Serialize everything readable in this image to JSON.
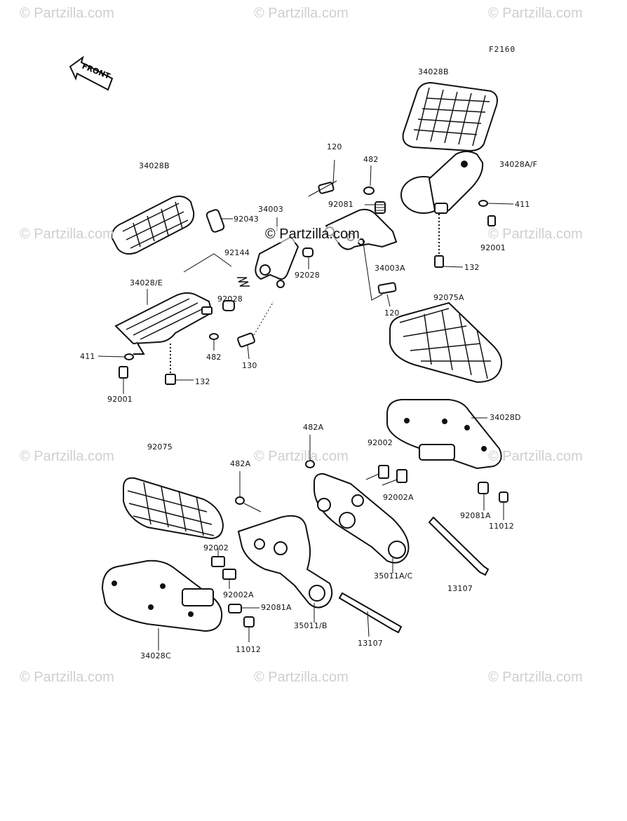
{
  "figure_code": "F2160",
  "watermark": "© Partzilla.com",
  "center_watermark": "© Partzilla.com",
  "front_label": "FRONT",
  "parts": {
    "p34028B_top": "34028B",
    "p34028B_left": "34028B",
    "p34028AF": "34028A/F",
    "p120_top": "120",
    "p482_top": "482",
    "p92081": "92081",
    "p34003": "34003",
    "p92043": "92043",
    "p411_right": "411",
    "p92001_right": "92001",
    "p92144": "92144",
    "p92028_a": "92028",
    "p34003A": "34003A",
    "p132_right": "132",
    "p34028E": "34028/E",
    "p92028_b": "92028",
    "p120_bottom": "120",
    "p92075A": "92075A",
    "p411_left": "411",
    "p482_left": "482",
    "p130": "130",
    "p132_left": "132",
    "p92001_left": "92001",
    "p34028D": "34028D",
    "p482A_top": "482A",
    "p92002_top": "92002",
    "p92075": "92075",
    "p482A_mid": "482A",
    "p92002A_right": "92002A",
    "p92081A_right": "92081A",
    "p11012_right": "11012",
    "p92002_left": "92002",
    "p35011AC": "35011A/C",
    "p92002A_left": "92002A",
    "p13107_right": "13107",
    "p92081A_left": "92081A",
    "p35011B": "35011/B",
    "p13107_bottom": "13107",
    "p34028C": "34028C",
    "p11012_left": "11012"
  }
}
